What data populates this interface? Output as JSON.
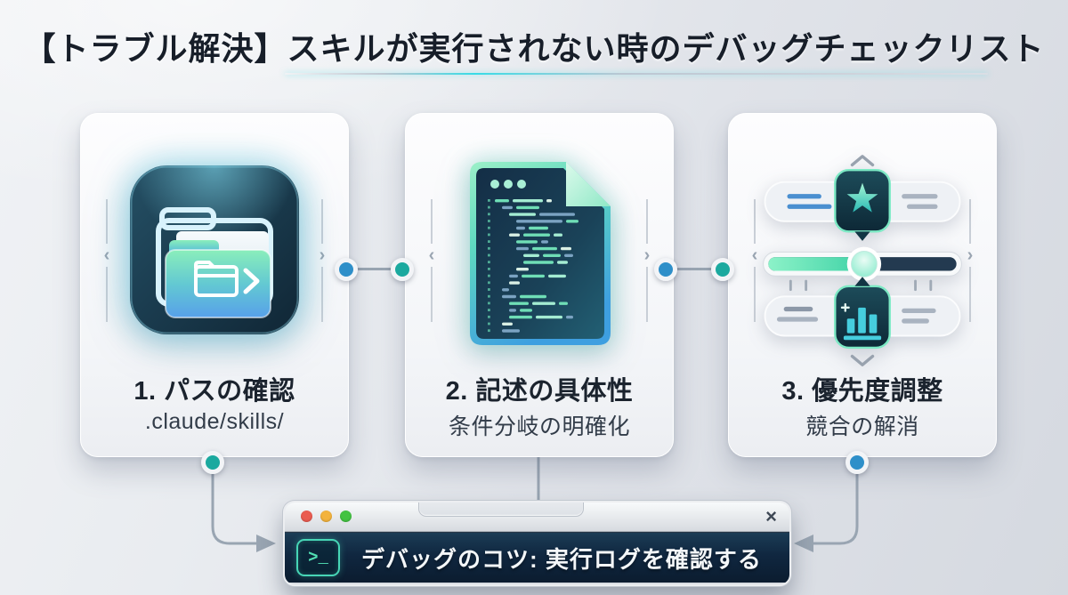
{
  "header": {
    "title": "【トラブル解決】スキルが実行されない時のデバッグチェックリスト"
  },
  "cards": [
    {
      "title": "1. パスの確認",
      "subtitle": ".claude/skills/",
      "icon": "folder-app-icon"
    },
    {
      "title": "2. 記述の具体性",
      "subtitle": "条件分岐の明確化",
      "icon": "code-document-icon"
    },
    {
      "title": "3. 優先度調整",
      "subtitle": "競合の解消",
      "icon": "priority-adjust-icon"
    }
  ],
  "deco": {
    "chevron_left": "‹",
    "chevron_right": "›"
  },
  "terminal": {
    "tip": "デバッグのコツ: 実行ログを確認する",
    "prompt": ">_",
    "close": "×",
    "traffic_lights": [
      "#ea5c50",
      "#f3b33d",
      "#43c342"
    ]
  },
  "colors": {
    "accent_teal": "#1ba99f",
    "accent_blue": "#2e8fc9",
    "glow_cyan": "#38dbe6",
    "terminal_bg": "#102740",
    "mint": "#7deec0",
    "folder_blue": "#58a6ec"
  }
}
